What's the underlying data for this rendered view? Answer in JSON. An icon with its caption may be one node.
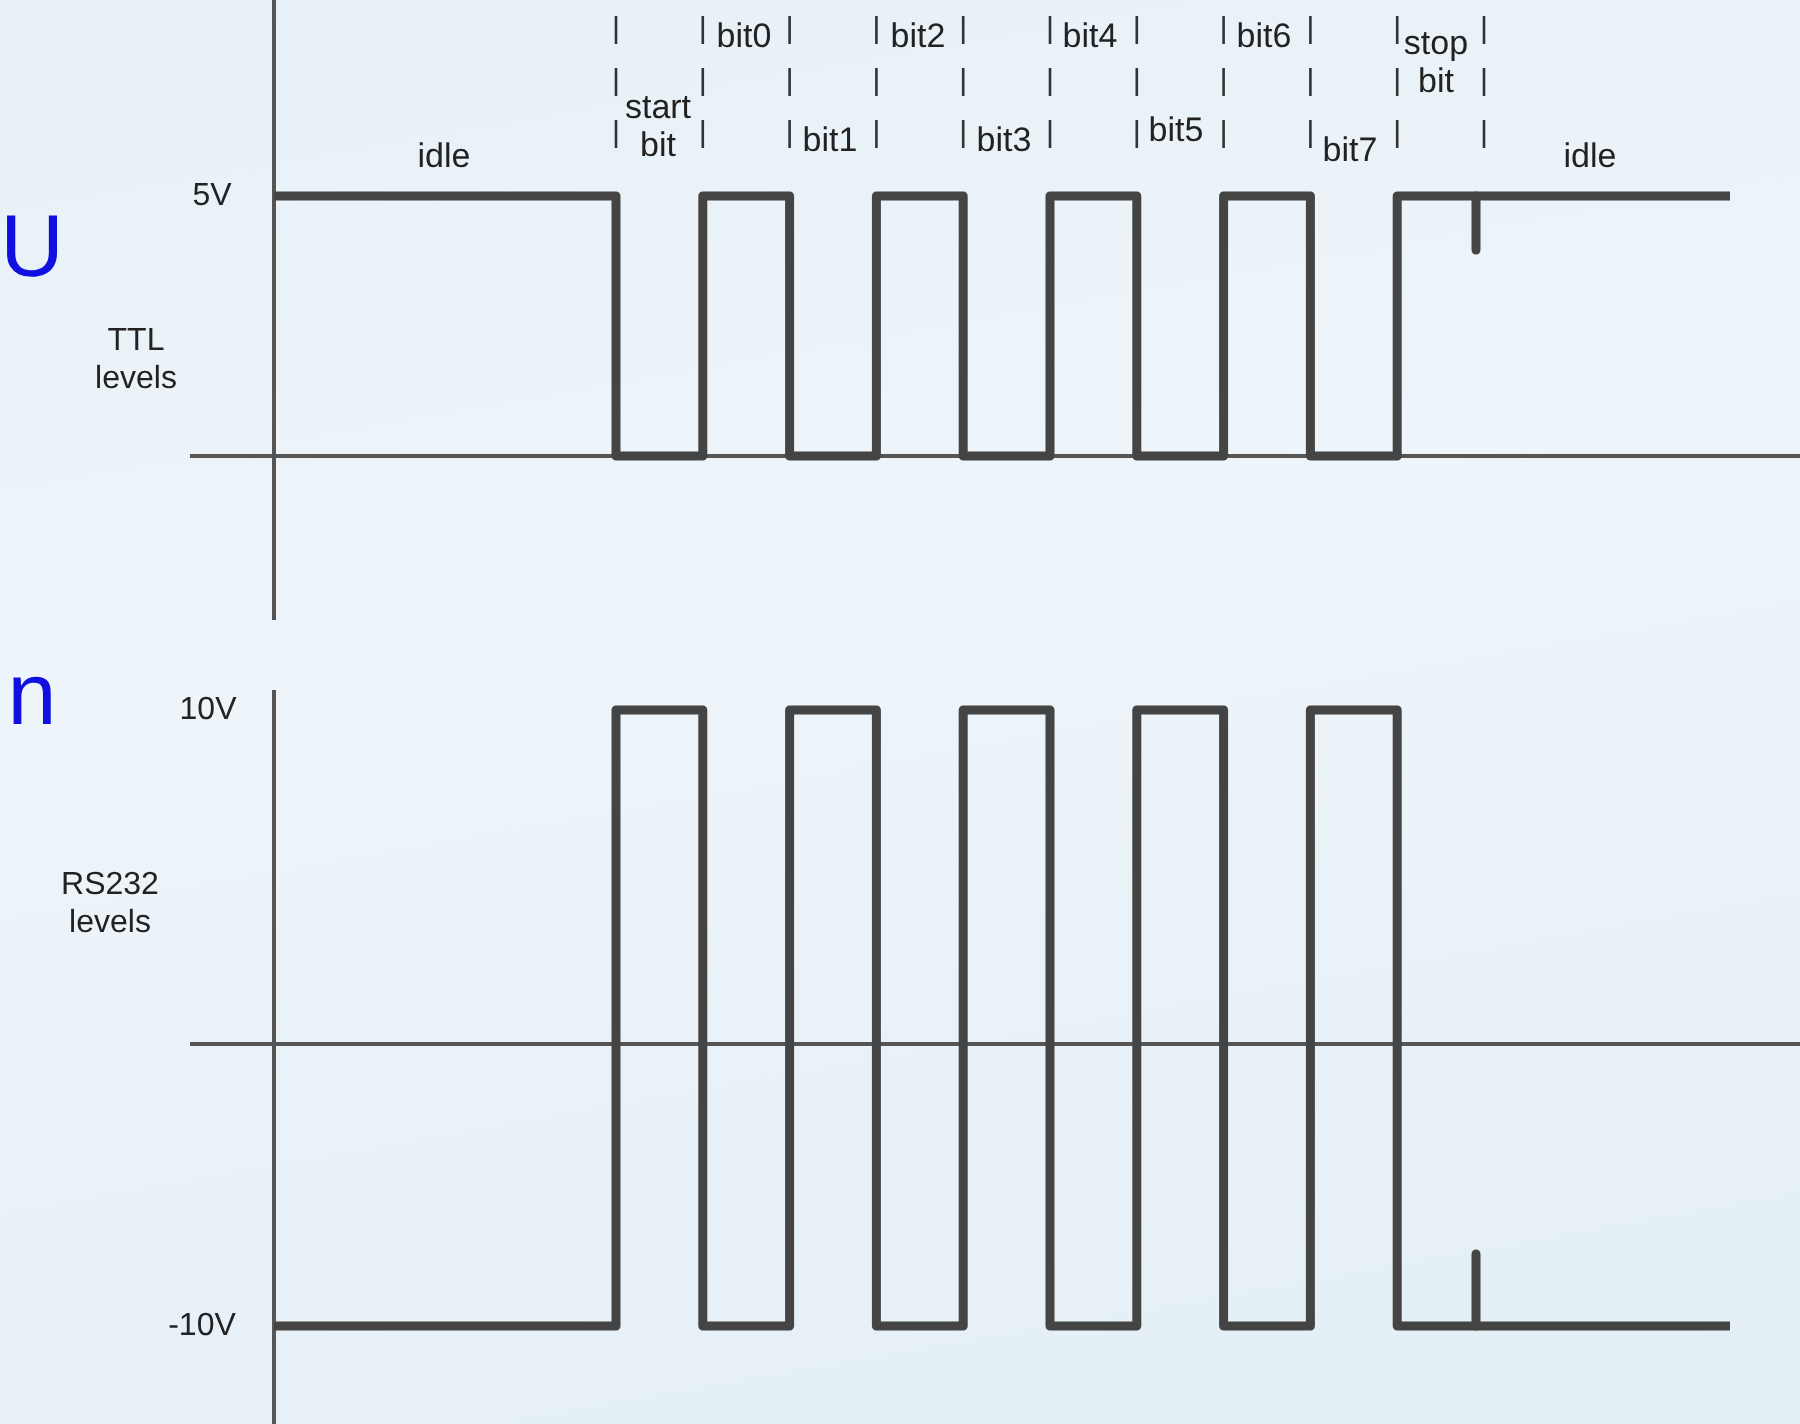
{
  "diagram": {
    "labels": [
      "idle",
      "start bit",
      "bit0",
      "bit1",
      "bit2",
      "bit3",
      "bit4",
      "bit5",
      "bit6",
      "bit7",
      "stop bit",
      "idle",
      "5V",
      "TTL levels",
      "10V",
      "RS232 levels",
      "-10V",
      "U",
      "n"
    ]
  }
}
